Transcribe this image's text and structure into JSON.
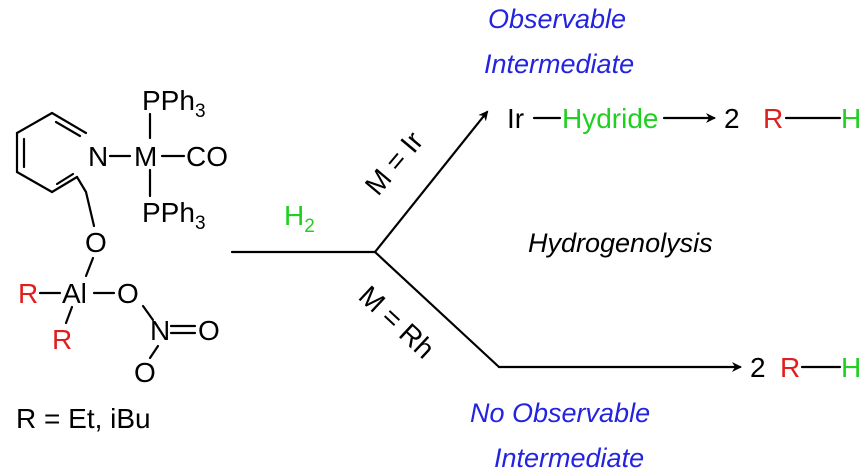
{
  "colors": {
    "black": "#000000",
    "red": "#e01e1e",
    "green": "#20d020",
    "blue": "#2323e0"
  },
  "complex": {
    "n": "N",
    "m": "M",
    "co": "CO",
    "pph3_top": "PPh",
    "pph3_top_sub": "3",
    "pph3_bottom": "PPh",
    "pph3_bottom_sub": "3",
    "o_bridge": "O",
    "al": "Al",
    "r_left": "R",
    "r_bottom": "R",
    "o_al": "O",
    "n_nitrate": "N",
    "o_double": "O",
    "o_nitrate_bottom": "O"
  },
  "substituent_label": {
    "r": "R",
    "rest": " = Et, iBu"
  },
  "reagent": {
    "h": "H",
    "h_sub": "2"
  },
  "upper_branch": {
    "condition": "M = Ir",
    "note_line1": "Observable",
    "note_line2": "Intermediate",
    "ir": "Ir",
    "hydride": "Hydride",
    "product_coef": "2",
    "product_r": "R",
    "product_h": "H"
  },
  "lower_branch": {
    "condition": "M = Rh",
    "note_line1": "No Observable",
    "note_line2": "Intermediate",
    "product_coef": "2",
    "product_r": "R",
    "product_h": "H"
  },
  "center_label": "Hydrogenolysis"
}
